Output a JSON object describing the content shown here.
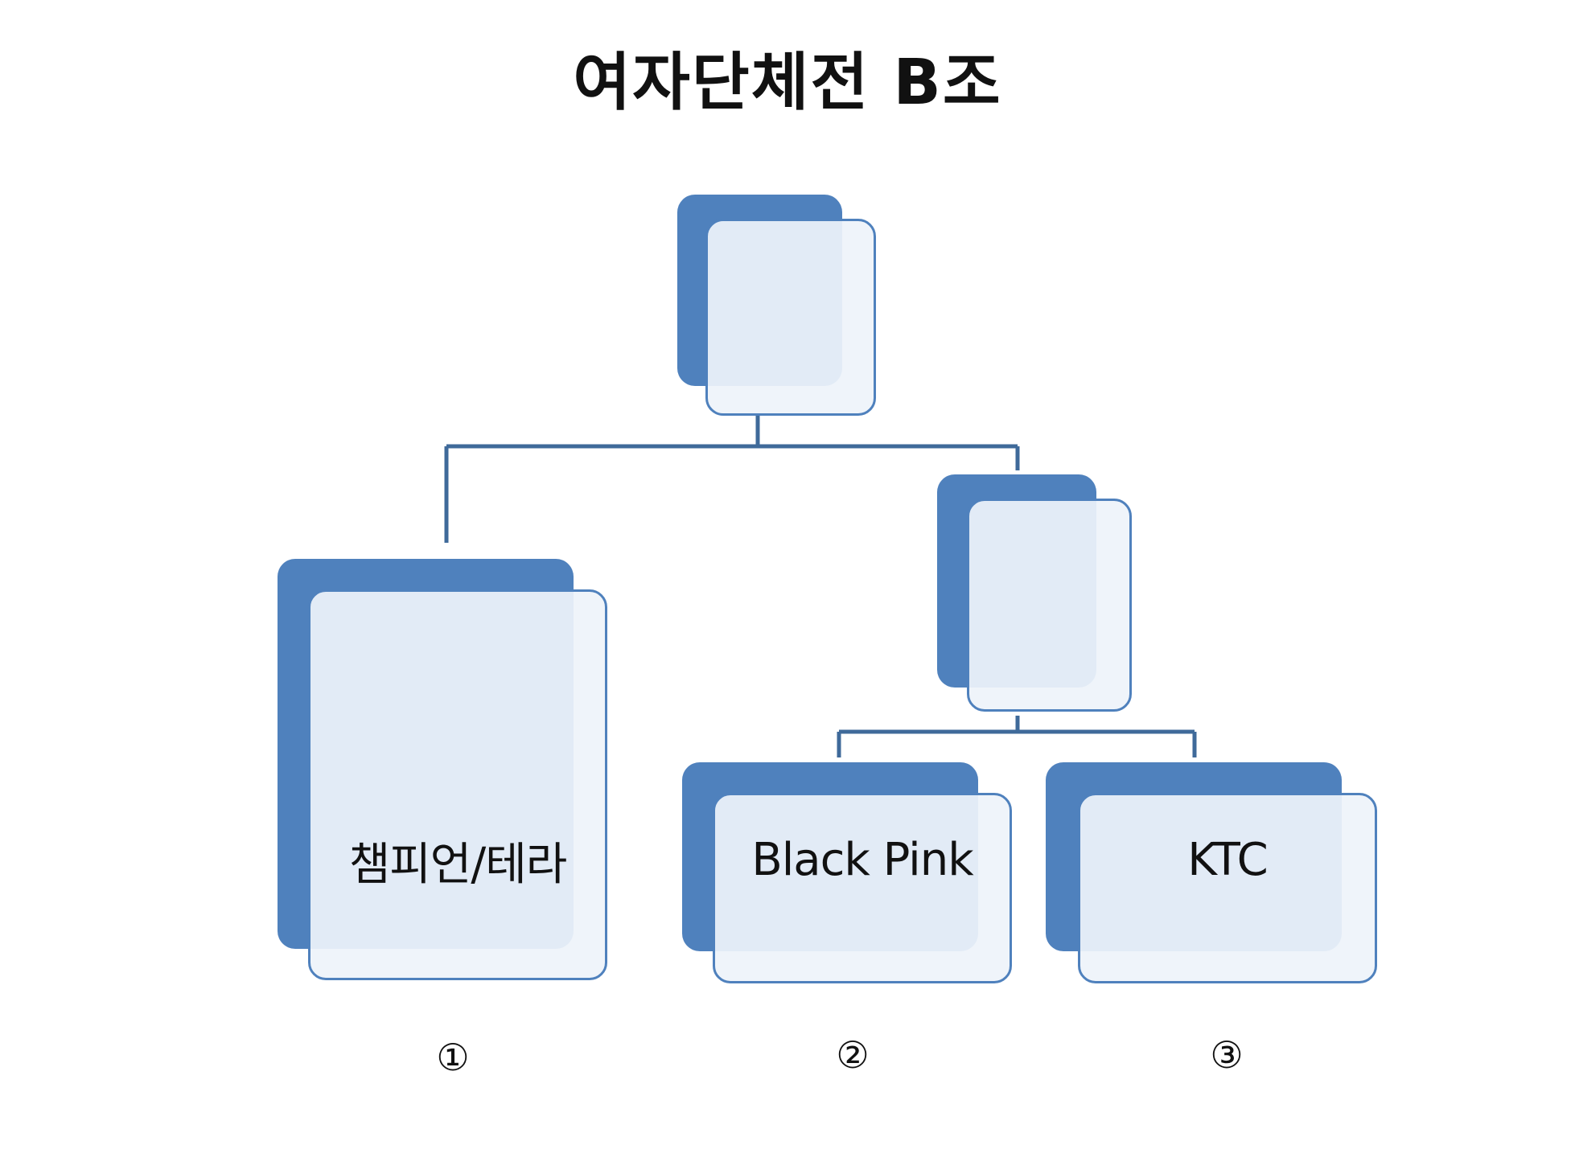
{
  "title": "여자단체전 B조",
  "colors": {
    "node_back": "#4f81bd",
    "node_front": "#eef3fa",
    "node_border": "#4f81bd",
    "connector": "#3f6a9a"
  },
  "bracket": {
    "final": {
      "label": ""
    },
    "semifinal": {
      "label": ""
    },
    "entries": [
      {
        "label": "챔피언/테라",
        "marker": "①"
      },
      {
        "label": "Black Pink",
        "marker": "②"
      },
      {
        "label": "KTC",
        "marker": "③"
      }
    ]
  }
}
